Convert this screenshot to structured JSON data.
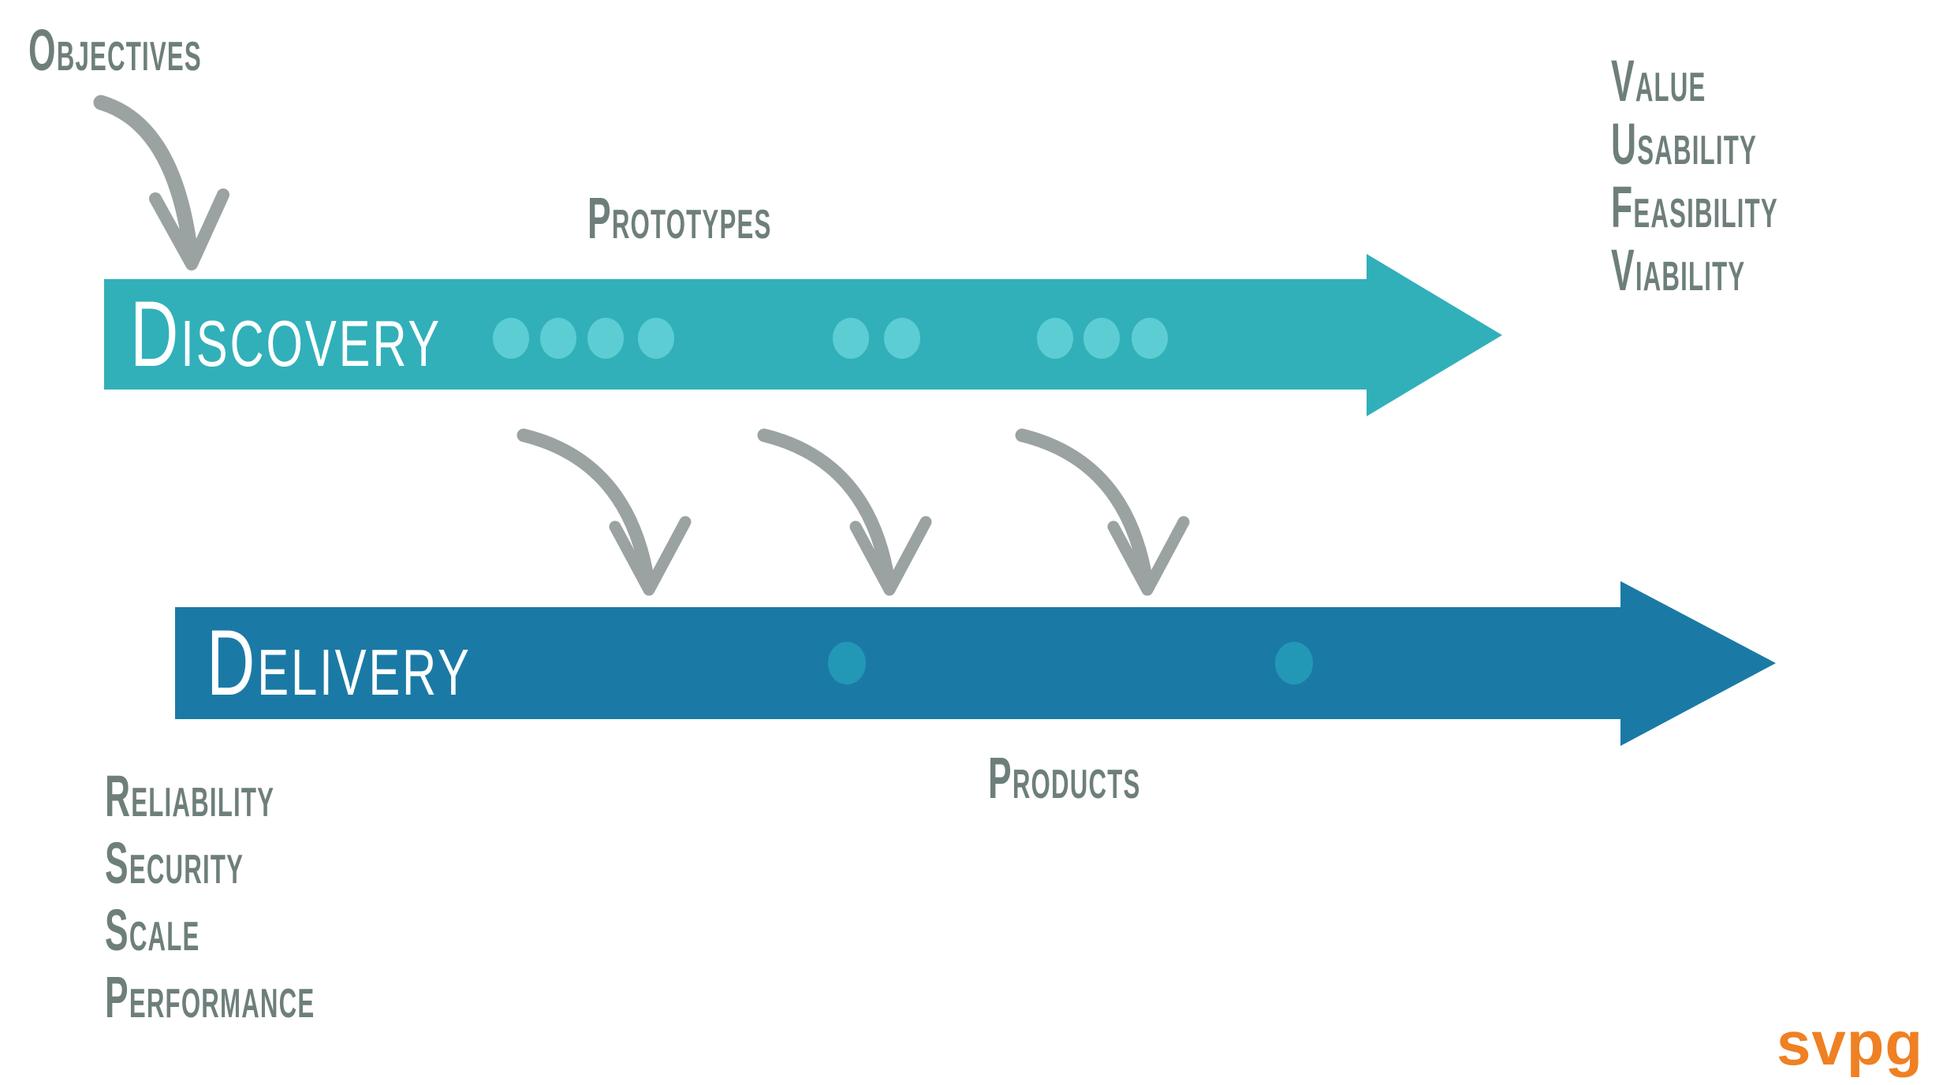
{
  "labels": {
    "objectives": "Objectives",
    "prototypes": "Prototypes",
    "products": "Products"
  },
  "discovery": {
    "display": "Discovery",
    "criteria": [
      "Value",
      "Usability",
      "Feasibility",
      "Viability"
    ],
    "prototype_dot_groups": [
      4,
      2,
      3
    ]
  },
  "delivery": {
    "display": "Delivery",
    "criteria": [
      "Reliability",
      "Security",
      "Scale",
      "Performance"
    ],
    "product_dot_count": 2
  },
  "logo": {
    "text": "svpg"
  },
  "colors": {
    "background": "#ffffff",
    "discovery_bar": "#31b0ba",
    "discovery_dot": "#5ccdd3",
    "delivery_bar": "#1b7aa5",
    "delivery_dot": "#2398b6",
    "bar_text": "#ffffff",
    "label_text": "#6e7f7b",
    "hand_arrow": "#9aa3a1",
    "logo": "#ef8023"
  }
}
